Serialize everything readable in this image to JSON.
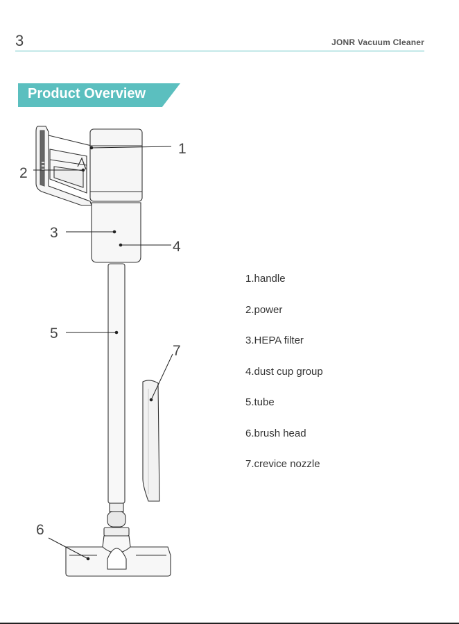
{
  "header": {
    "page_number": "3",
    "brand": "JONR Vacuum Cleaner"
  },
  "section": {
    "title": "Product Overview"
  },
  "diagram": {
    "callouts": [
      "1",
      "2",
      "3",
      "4",
      "5",
      "6",
      "7"
    ]
  },
  "parts": [
    "1.handle",
    "2.power",
    "3.HEPA filter",
    "4.dust cup group",
    "5.tube",
    "6.brush head",
    "7.crevice nozzle"
  ],
  "colors": {
    "accent": "#5bbfbf",
    "text": "#333333"
  }
}
